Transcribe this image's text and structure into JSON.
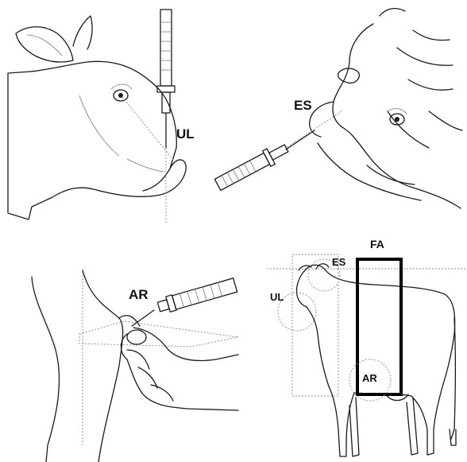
{
  "labels": {
    "ul_top": "UL",
    "es_top": "ES",
    "ar_bottom": "AR",
    "fa": "FA",
    "es_cow": "ES",
    "ul_cow": "UL",
    "ar_cow": "AR"
  },
  "colors": {
    "ink": "#1a1a1a",
    "guide": "#888888",
    "background": "#ffffff"
  }
}
